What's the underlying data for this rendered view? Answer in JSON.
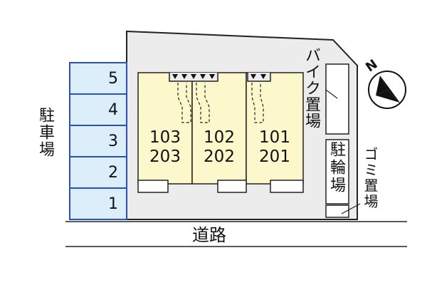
{
  "parking": {
    "label": "駐車場",
    "stalls": [
      "5",
      "4",
      "3",
      "2",
      "1"
    ]
  },
  "units": [
    {
      "upper": "103",
      "lower": "203"
    },
    {
      "upper": "102",
      "lower": "202"
    },
    {
      "upper": "101",
      "lower": "201"
    }
  ],
  "bike_parking_label": "バイク置場",
  "bicycle_parking_label": "駐輪場",
  "garbage_label": "ゴミ置場",
  "road_label": "道路",
  "compass_letter": "N",
  "colors": {
    "stall_fill": "#dbeefa",
    "stall_border": "#2b4fc9",
    "lot_fill": "#ececec",
    "unit_fill": "#fdf7cc"
  }
}
